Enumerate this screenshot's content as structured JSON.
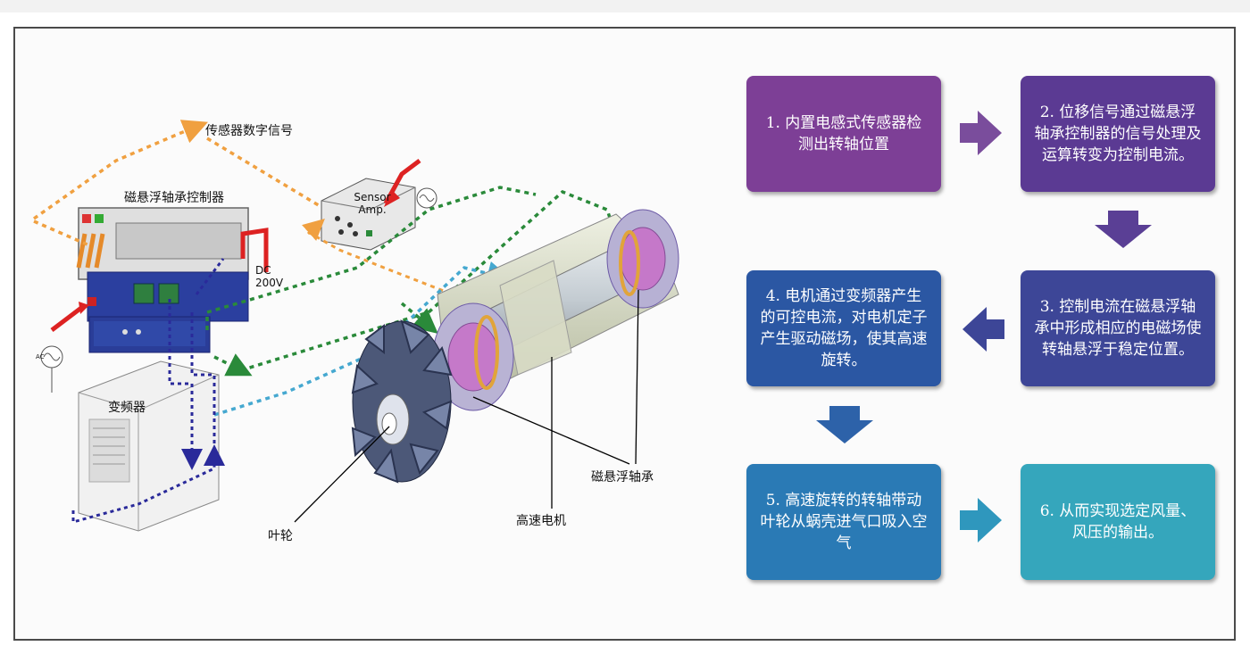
{
  "labels": {
    "sensor_signal": "传感器数字信号",
    "controller": "磁悬浮轴承控制器",
    "sensor_amp": "Sensor Amp.",
    "dc": "DC 200V",
    "inverter": "变频器",
    "impeller": "叶轮",
    "motor": "高速电机",
    "bearing": "磁悬浮轴承",
    "ac": "AC"
  },
  "steps": [
    {
      "text": "1. 内置电感式传感器检测出转轴位置",
      "color": "#7d3f96"
    },
    {
      "text": "2. 位移信号通过磁悬浮轴承控制器的信号处理及运算转变为控制电流。",
      "color": "#5b3a93"
    },
    {
      "text": "3. 控制电流在磁悬浮轴承中形成相应的电磁场使转轴悬浮于稳定位置。",
      "color": "#3d4697"
    },
    {
      "text": "4. 电机通过变频器产生的可控电流，对电机定子产生驱动磁场，使其高速旋转。",
      "color": "#2b57a3"
    },
    {
      "text": "5. 高速旋转的转轴带动叶轮从蜗壳进气口吸入空气",
      "color": "#2a7ab5"
    },
    {
      "text": "6. 从而实现选定风量、风压的输出。",
      "color": "#35a6bc"
    }
  ],
  "arrow_colors": {
    "a12": "#7a4d9c",
    "a23": "#5a3f95",
    "a34": "#3d4697",
    "a45": "#2d62a9",
    "a56": "#2f97bd"
  }
}
